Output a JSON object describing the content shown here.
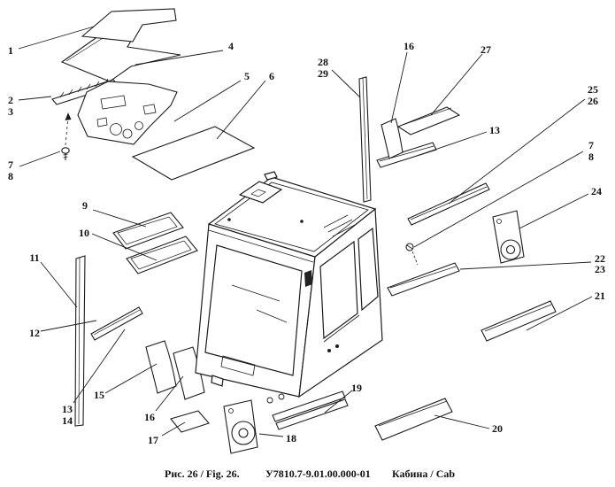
{
  "figure": {
    "number": "Рис. 26 / Fig. 26.",
    "code": "У7810.7-9.01.00.000-01",
    "title": "Кабина / Cab"
  },
  "callouts": [
    {
      "label": "1"
    },
    {
      "label": "2"
    },
    {
      "label": "3"
    },
    {
      "label": "4"
    },
    {
      "label": "5"
    },
    {
      "label": "6"
    },
    {
      "label": "7"
    },
    {
      "label": "8"
    },
    {
      "label": "9"
    },
    {
      "label": "10"
    },
    {
      "label": "11"
    },
    {
      "label": "12"
    },
    {
      "label": "13"
    },
    {
      "label": "14"
    },
    {
      "label": "15"
    },
    {
      "label": "16"
    },
    {
      "label": "17"
    },
    {
      "label": "18"
    },
    {
      "label": "19"
    },
    {
      "label": "20"
    },
    {
      "label": "21"
    },
    {
      "label": "22"
    },
    {
      "label": "23"
    },
    {
      "label": "24"
    },
    {
      "label": "25"
    },
    {
      "label": "26"
    },
    {
      "label": "27"
    },
    {
      "label": "28"
    },
    {
      "label": "29"
    },
    {
      "label": "16"
    },
    {
      "label": "13"
    },
    {
      "label": "7"
    },
    {
      "label": "8"
    }
  ]
}
